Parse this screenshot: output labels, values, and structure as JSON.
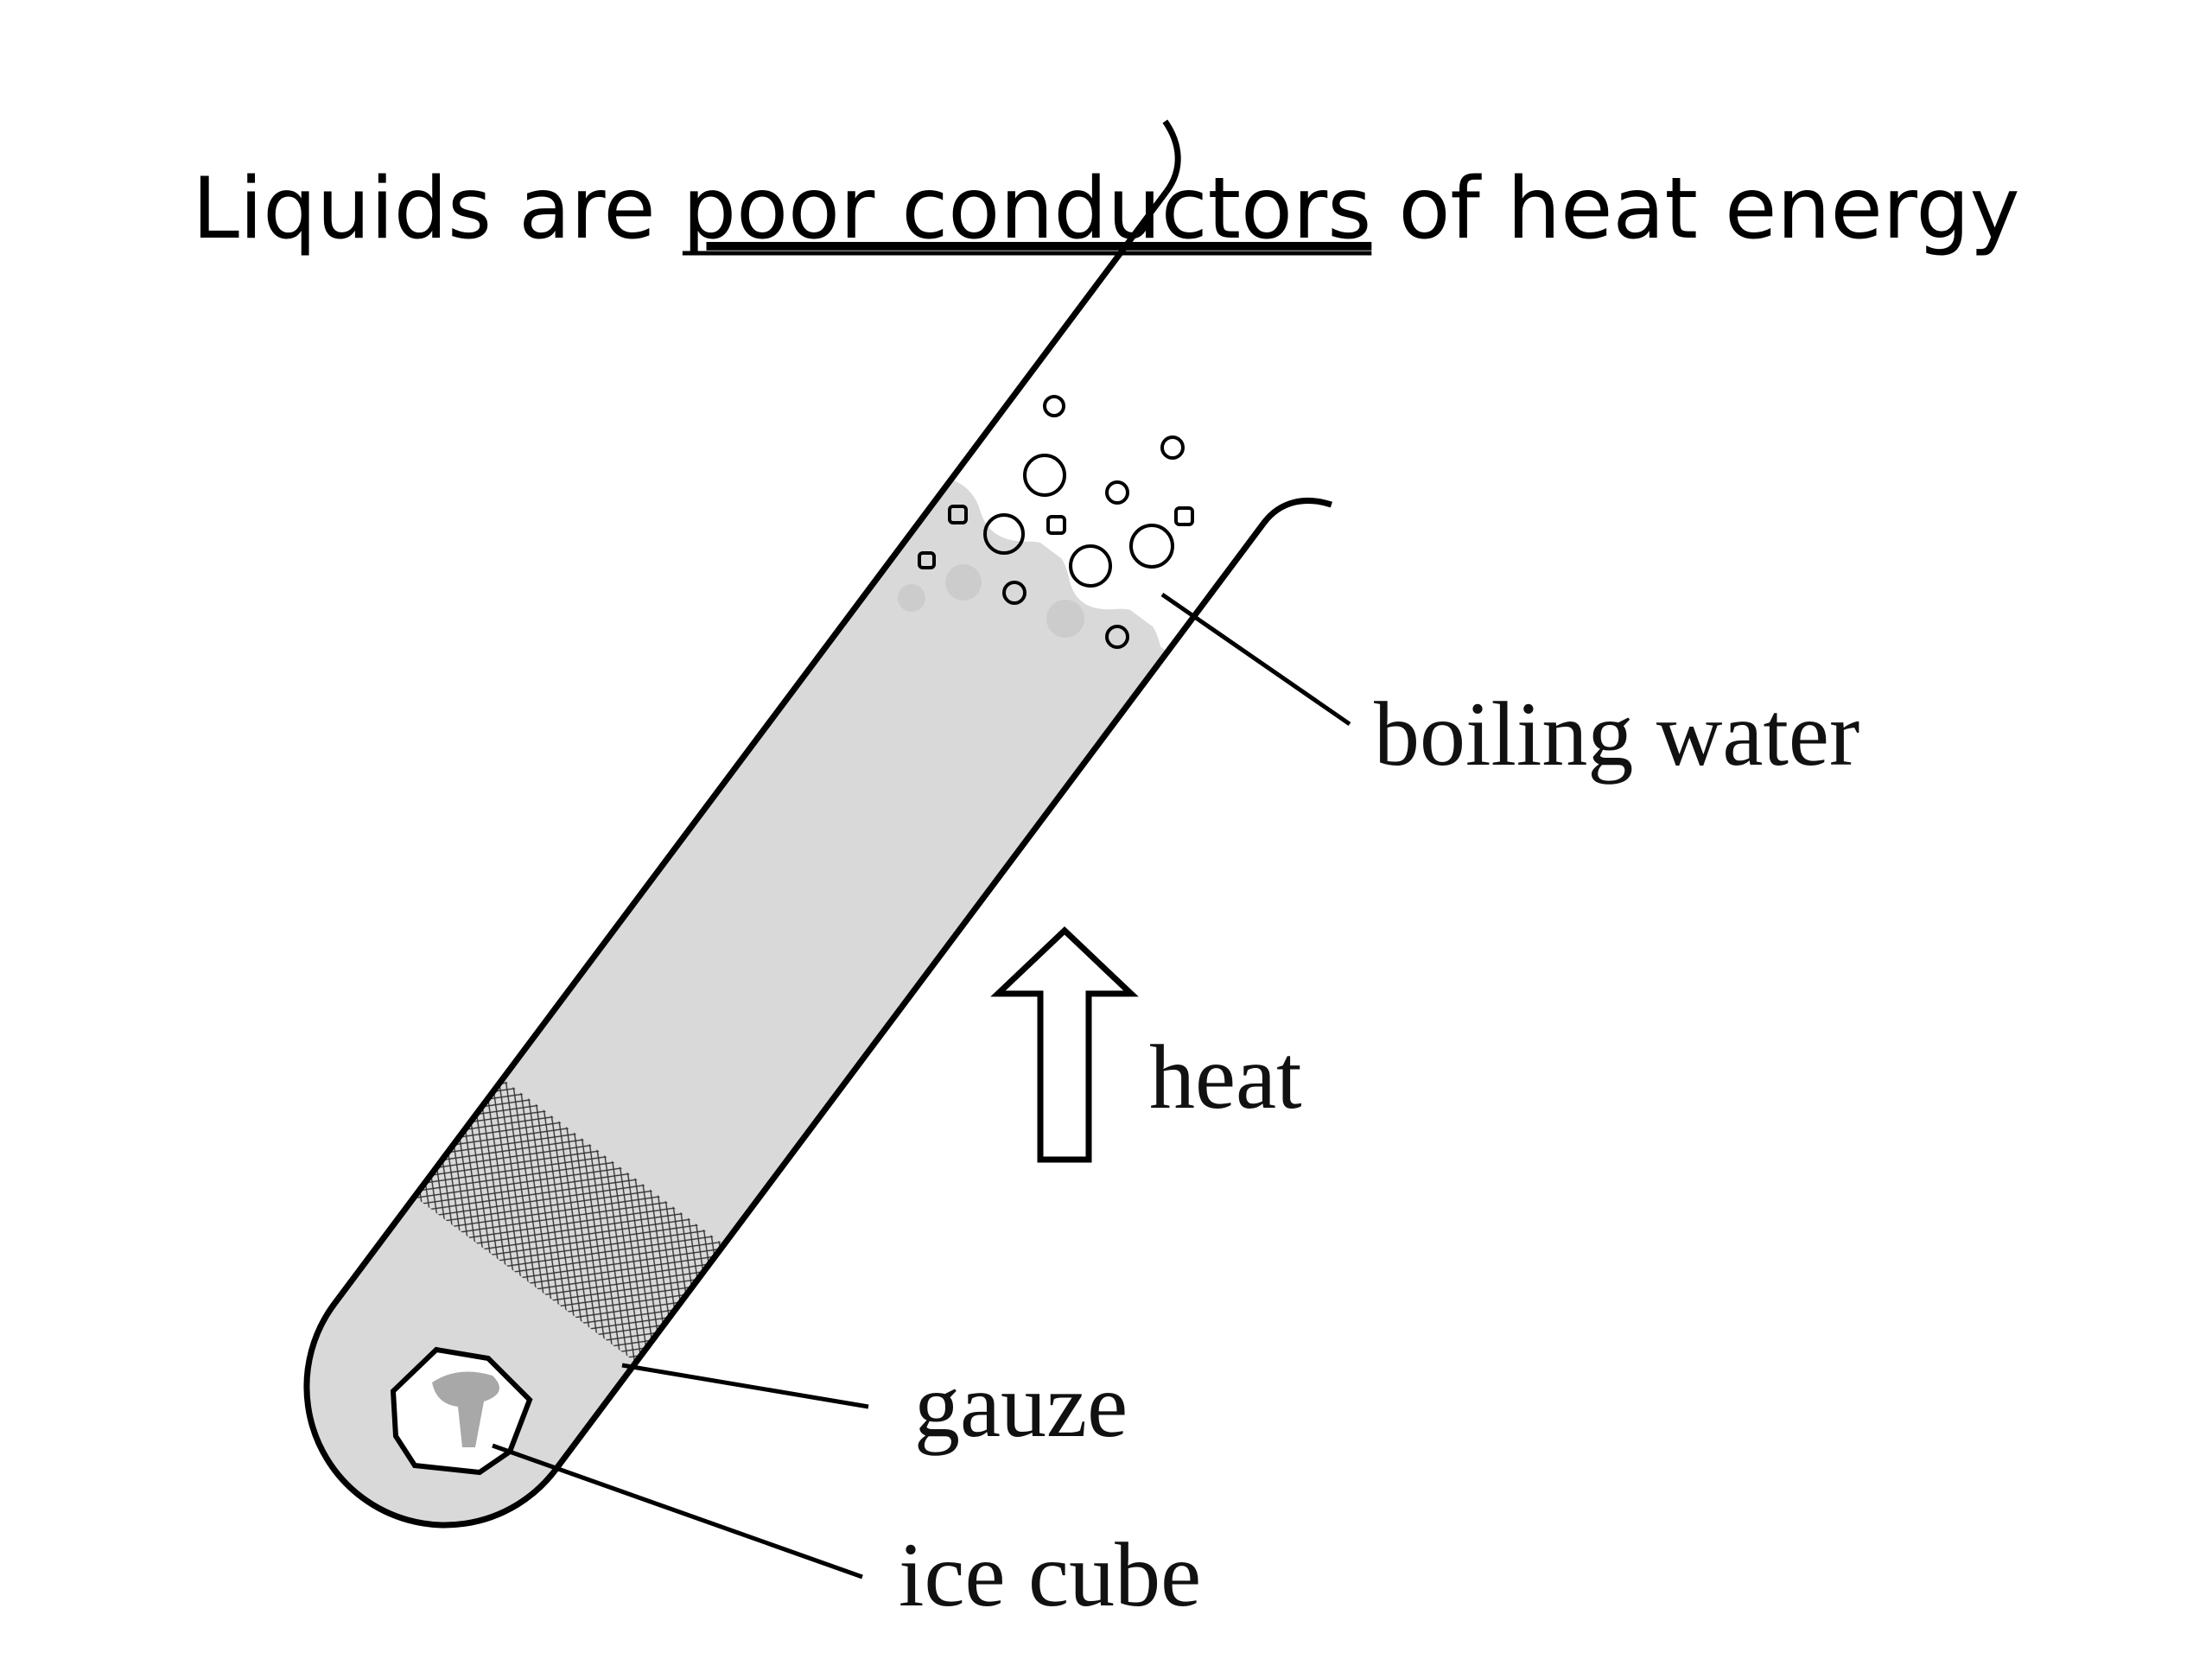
{
  "title": {
    "prefix": "Liquids are ",
    "emphasis": "poor conductors",
    "suffix": " of heat energy"
  },
  "labels": {
    "boiling_water": "boiling water",
    "heat": "heat",
    "gauze": "gauze",
    "ice_cube": "ice cube"
  },
  "colors": {
    "water": "#d9d9d9",
    "outline": "#000000",
    "ice_core": "#a8a8a8",
    "bubble_solid": "#cccccc"
  },
  "icons": {
    "heat_arrow": "arrow-up-icon"
  }
}
